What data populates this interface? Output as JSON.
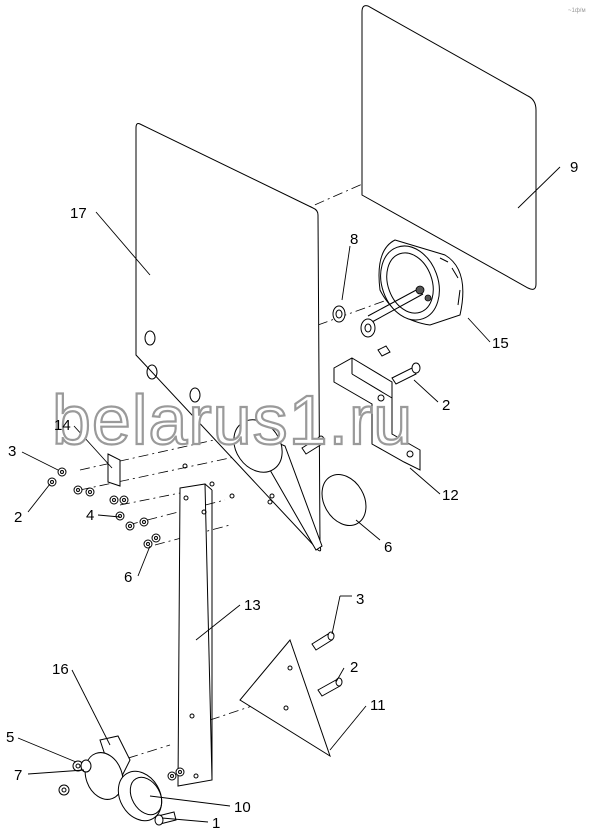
{
  "callouts": {
    "c17": "17",
    "c8": "8",
    "c9": "9",
    "c15": "15",
    "c2a": "2",
    "c14": "14",
    "c3a": "3",
    "c2b": "2",
    "c12": "12",
    "c4": "4",
    "c6a": "6",
    "c6b": "6",
    "c13": "13",
    "c3b": "3",
    "c2c": "2",
    "c11": "11",
    "c16": "16",
    "c5": "5",
    "c7": "7",
    "c10": "10",
    "c1": "1"
  },
  "watermark": "belarus1.ru",
  "stamp": "~1ф/м"
}
